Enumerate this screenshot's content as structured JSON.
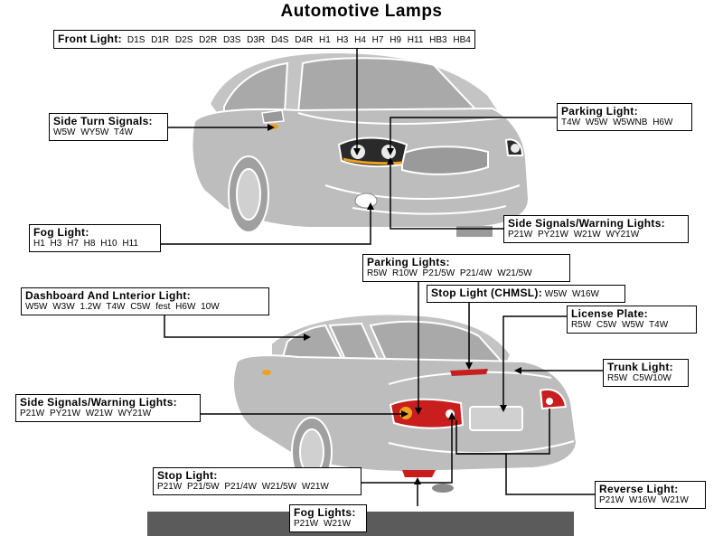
{
  "title": "Automotive Lamps",
  "labels": {
    "front_light": {
      "title": "Front Light:",
      "values": "D1S  D1R  D2S  D2R  D3S  D3R  D4S  D4R  H1  H3  H4  H7  H9  H11  HB3  HB4"
    },
    "side_turn_signals": {
      "title": "Side Turn Signals:",
      "values": "W5W  WY5W  T4W"
    },
    "parking_light": {
      "title": "Parking Light:",
      "values": "T4W  W5W  W5WNB  H6W"
    },
    "fog_light": {
      "title": "Fog Light:",
      "values": "H1  H3  H7  H8  H10  H11"
    },
    "side_signals_front": {
      "title": "Side Signals/Warning Lights:",
      "values": "P21W  PY21W  W21W  WY21W"
    },
    "parking_lights_rear": {
      "title": "Parking Lights:",
      "values": "R5W  R10W  P21/5W  P21/4W  W21/5W"
    },
    "dashboard_interior": {
      "title": "Dashboard And Lnterior Light:",
      "values": "W5W  W3W  1.2W  T4W  C5W  fest  H6W  10W"
    },
    "stop_light_chmsl": {
      "title": "Stop Light (CHMSL):",
      "values": "W5W  W16W"
    },
    "license_plate": {
      "title": "License Plate:",
      "values": "R5W  C5W  W5W  T4W"
    },
    "trunk_light": {
      "title": "Trunk Light:",
      "values": "R5W  C5W10W"
    },
    "side_signals_rear": {
      "title": "Side Signals/Warning Lights:",
      "values": "P21W  PY21W  W21W  WY21W"
    },
    "stop_light": {
      "title": "Stop Light:",
      "values": "P21W  P21/5W  P21/4W  W21/5W  W21W"
    },
    "reverse_light": {
      "title": "Reverse Light:",
      "values": "P21W  W16W  W21W"
    },
    "fog_lights_rear": {
      "title": "Fog Lights:",
      "values": "P21W  W21W"
    }
  },
  "colors": {
    "car_body": "#bdbdbd",
    "car_dark": "#9a9a9a",
    "lamp_red": "#c81e1e",
    "lamp_amber": "#f0a020",
    "footer_bar": "#5b5b5b"
  }
}
